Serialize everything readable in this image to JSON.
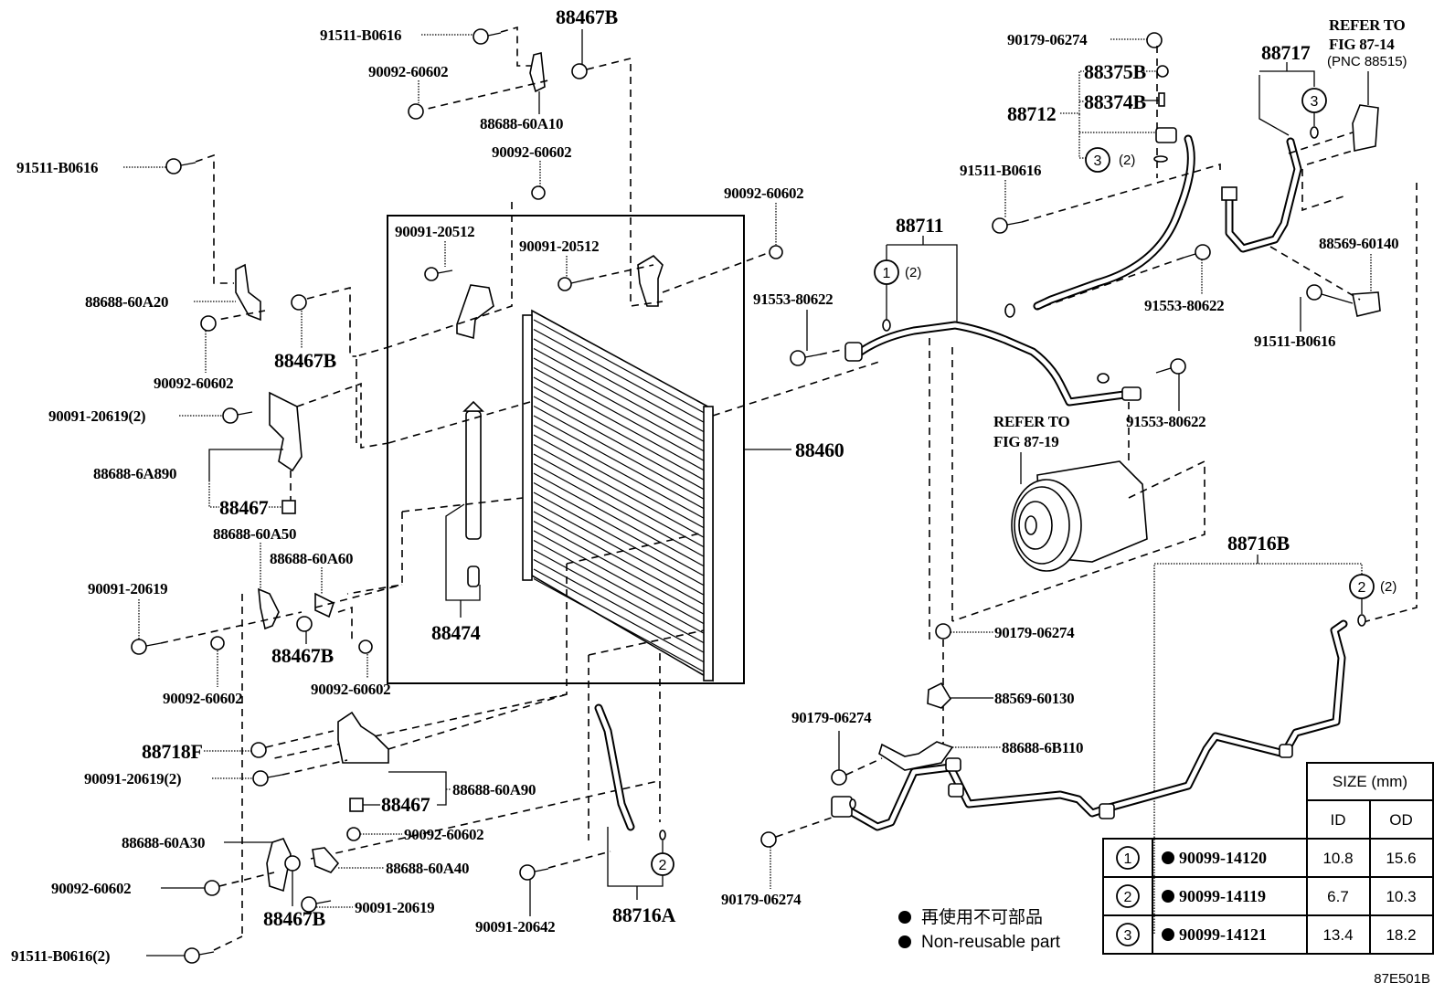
{
  "diagram": {
    "figure_code": "87E501B",
    "labels": {
      "bolt_top_center": "91511-B0616",
      "bracket_top_clip": "88467B",
      "nut_top_1": "90092-60602",
      "bracket_top": "88688-60A10",
      "nut_top_2": "90092-60602",
      "bolt_top_left": "91511-B0616",
      "nut_upper_right": "90092-60602",
      "screw_cond_1": "90091-20512",
      "screw_cond_2": "90091-20512",
      "bracket_60a20": "88688-60A20",
      "clip_60a20": "88467B",
      "nut_60a20": "90092-60602",
      "screw_6a890": "90091-20619(2)",
      "bracket_6a890": "88688-6A890",
      "clip_6a890": "88467",
      "condenser": "88460",
      "receiver": "88474",
      "bracket_60a50": "88688-60A50",
      "bracket_60a60": "88688-60A60",
      "screw_60a50": "90091-20619",
      "clip_60a60": "88467B",
      "nut_60a50": "90092-60602",
      "nut_60a60": "90092-60602",
      "clamp_88718f": "88718F",
      "screw_60a90": "90091-20619(2)",
      "clip_60a90": "88467",
      "bracket_60a90": "88688-60A90",
      "bracket_60a30": "88688-60A30",
      "nut_60a40": "90092-60602",
      "bracket_60a40": "88688-60A40",
      "nut_60a30": "90092-60602",
      "screw_60a40": "90091-20619",
      "clip_60a30": "88467B",
      "bolt_bottom_left": "91511-B0616(2)",
      "screw_88716a": "90091-20642",
      "tube_88716a": "88716A",
      "nut_top_right": "90179-06274",
      "hose_88712": "88712",
      "cap_88375b": "88375B",
      "valve_88374b": "88374B",
      "bolt_88712": "91511-B0616",
      "tube_88717": "88717",
      "refer_top_1": "REFER TO",
      "refer_top_2": "FIG 87-14",
      "refer_top_3": "(PNC 88515)",
      "pipe_88711": "88711",
      "bolt_88711": "91553-80622",
      "bolt_hose": "91553-80622",
      "clamp_88569_60140": "88569-60140",
      "bolt_88569_60140": "91511-B0616",
      "bolt_comp": "91553-80622",
      "refer_comp_1": "REFER TO",
      "refer_comp_2": "FIG 87-19",
      "tube_88716b": "88716B",
      "nut_88569": "90179-06274",
      "clamp_88569_60130": "88569-60130",
      "nut_6b110": "90179-06274",
      "bracket_6b110": "88688-6B110",
      "nut_bottom_mid": "90179-06274"
    },
    "oring_refs": {
      "r1": {
        "num": "1",
        "qty": "(2)"
      },
      "r2a": {
        "num": "2",
        "qty": ""
      },
      "r2b": {
        "num": "2",
        "qty": "(2)"
      },
      "r3a": {
        "num": "3",
        "qty": "(2)"
      },
      "r3b": {
        "num": "3",
        "qty": ""
      }
    },
    "legend": {
      "bullet": "●",
      "jp": "再使用不可部品",
      "en": "Non-reusable part"
    },
    "size_table": {
      "header": "SIZE (mm)",
      "col_id": "ID",
      "col_od": "OD",
      "rows": [
        {
          "ref": "1",
          "part": "90099-14120",
          "id": "10.8",
          "od": "15.6"
        },
        {
          "ref": "2",
          "part": "90099-14119",
          "id": "6.7",
          "od": "10.3"
        },
        {
          "ref": "3",
          "part": "90099-14121",
          "id": "13.4",
          "od": "18.2"
        }
      ]
    }
  }
}
